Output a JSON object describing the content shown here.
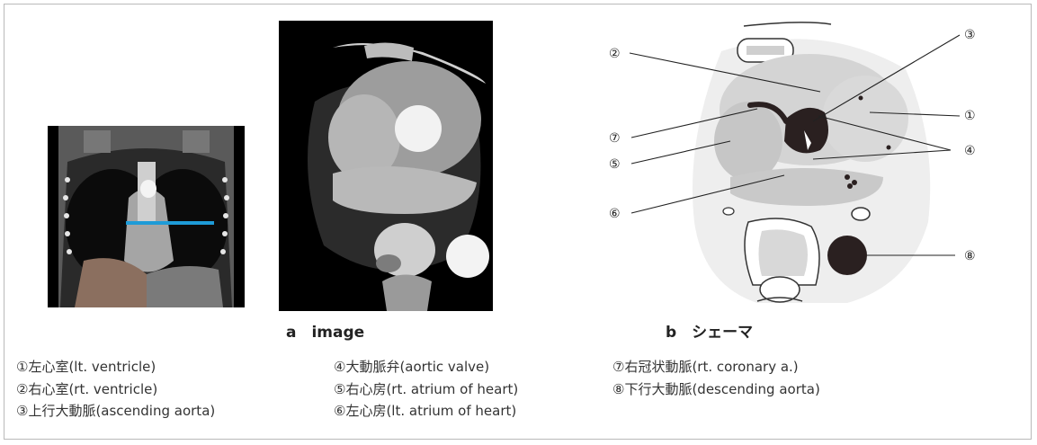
{
  "captions": {
    "a": "a　image",
    "b": "b　シェーマ"
  },
  "schema_callouts": [
    "①",
    "②",
    "③",
    "④",
    "⑤",
    "⑥",
    "⑦",
    "⑧"
  ],
  "legend": {
    "col1": [
      "①左心室(lt. ventricle)",
      "②右心室(rt. ventricle)",
      "③上行大動脈(ascending aorta)"
    ],
    "col2": [
      "④大動脈弁(aortic valve)",
      "⑤右心房(rt. atrium of heart)",
      "⑥左心房(lt. atrium of heart)"
    ],
    "col3": [
      "⑦右冠状動脈(rt. coronary a.)",
      "⑧下行大動脈(descending aorta)"
    ]
  },
  "colors": {
    "frame_border": "#b9b9b9",
    "scan_background": "#000000",
    "slice_marker": "#1e9bd7",
    "schema_light_gray": "#dcdcdc",
    "schema_mid_gray": "#c4c4c4",
    "schema_dark": "#2a2020"
  }
}
